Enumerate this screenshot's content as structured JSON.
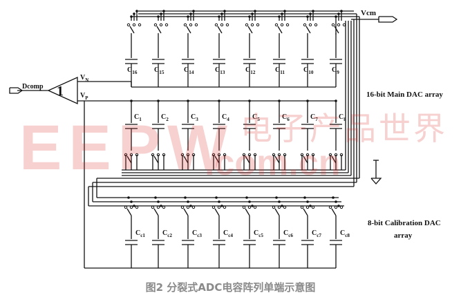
{
  "labels": {
    "vcm": "Vcm",
    "vn": "V",
    "vn_sub": "N",
    "vp": "V",
    "vp_sub": "P",
    "dcomp": "Dcomp",
    "comparator_symbol": "1",
    "main_array_title": "16-bit Main DAC array",
    "calib_array_title_line1": "8-bit Calibration DAC",
    "calib_array_title_line2": "array"
  },
  "top_caps": [
    "C16",
    "C15",
    "C14",
    "C13",
    "C12",
    "C11",
    "C10",
    "C9"
  ],
  "mid_caps": [
    "C1",
    "C2",
    "C3",
    "C4",
    "C5",
    "C6",
    "C7",
    "C8"
  ],
  "calib_caps": [
    "Cc1",
    "Cc2",
    "Cc3",
    "Cc4",
    "Cc5",
    "Cc6",
    "Cc7",
    "Cc8"
  ],
  "watermark": {
    "logo": "EEPW",
    "chinese": "电子产品世界",
    "url": ".com.cn"
  },
  "caption": "图2 分裂式ADC电容阵列单端示意图",
  "colors": {
    "wire": "#111111",
    "watermark": "#dc2828",
    "caption": "#8a8a8a"
  }
}
